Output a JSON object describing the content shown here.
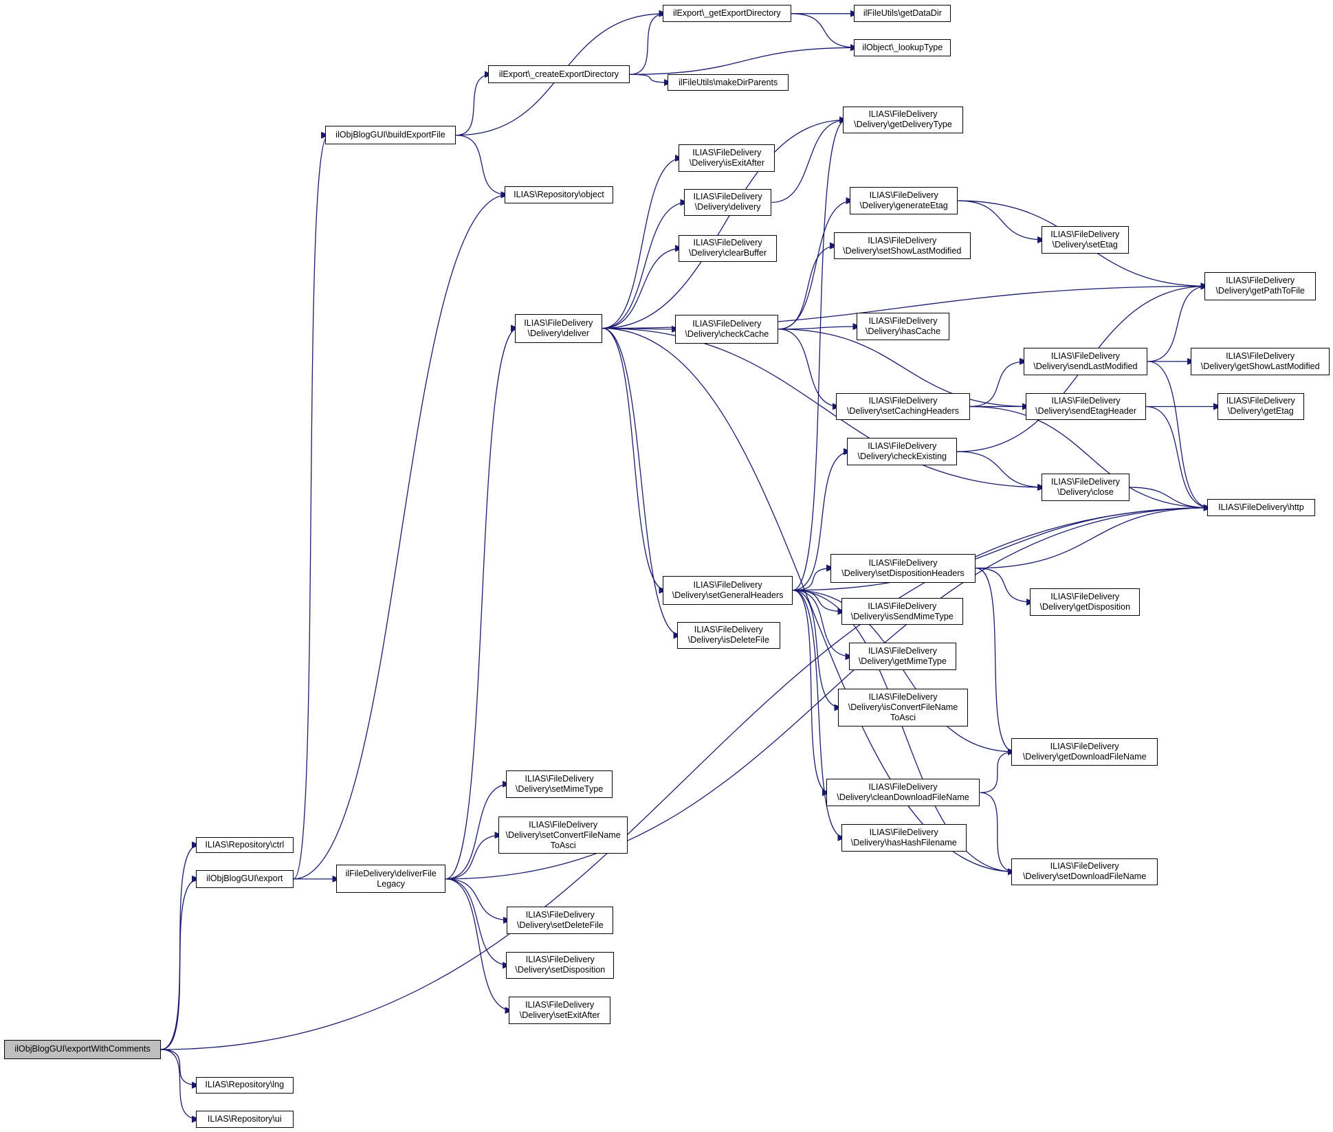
{
  "colors": {
    "edge": "#191970",
    "root_fill": "#bfbfbf",
    "node_fill": "#ffffff",
    "border": "#000000"
  },
  "nodes": [
    {
      "id": "n0",
      "lines": [
        "ilObjBlogGUI\\exportWithComments"
      ],
      "root": true
    },
    {
      "id": "n1",
      "lines": [
        "ILIAS\\Repository\\ctrl"
      ]
    },
    {
      "id": "n2",
      "lines": [
        "ilObjBlogGUI\\export"
      ]
    },
    {
      "id": "n3",
      "lines": [
        "ILIAS\\Repository\\lng"
      ]
    },
    {
      "id": "n4",
      "lines": [
        "ILIAS\\Repository\\ui"
      ]
    },
    {
      "id": "n5",
      "lines": [
        "ilObjBlogGUI\\buildExportFile"
      ]
    },
    {
      "id": "n6",
      "lines": [
        "ilExport\\_getExportDirectory"
      ]
    },
    {
      "id": "n7",
      "lines": [
        "ilExport\\_createExportDirectory"
      ]
    },
    {
      "id": "n8",
      "lines": [
        "ilFileUtils\\getDataDir"
      ]
    },
    {
      "id": "n9",
      "lines": [
        "ilObject\\_lookupType"
      ]
    },
    {
      "id": "n10",
      "lines": [
        "ilFileUtils\\makeDirParents"
      ]
    },
    {
      "id": "n11",
      "lines": [
        "ILIAS\\Repository\\object"
      ]
    },
    {
      "id": "n12",
      "lines": [
        "ILIAS\\FileDelivery",
        "\\Delivery\\deliver"
      ]
    },
    {
      "id": "n13",
      "lines": [
        "ILIAS\\FileDelivery",
        "\\Delivery\\getDeliveryType"
      ]
    },
    {
      "id": "n14",
      "lines": [
        "ILIAS\\FileDelivery",
        "\\Delivery\\isExitAfter"
      ]
    },
    {
      "id": "n15",
      "lines": [
        "ILIAS\\FileDelivery",
        "\\Delivery\\delivery"
      ]
    },
    {
      "id": "n16",
      "lines": [
        "ILIAS\\FileDelivery",
        "\\Delivery\\clearBuffer"
      ]
    },
    {
      "id": "n17",
      "lines": [
        "ILIAS\\FileDelivery",
        "\\Delivery\\checkCache"
      ]
    },
    {
      "id": "n18",
      "lines": [
        "ILIAS\\FileDelivery",
        "\\Delivery\\generateEtag"
      ]
    },
    {
      "id": "n19",
      "lines": [
        "ILIAS\\FileDelivery",
        "\\Delivery\\setShowLastModified"
      ]
    },
    {
      "id": "n20",
      "lines": [
        "ILIAS\\FileDelivery",
        "\\Delivery\\hasCache"
      ]
    },
    {
      "id": "n21",
      "lines": [
        "ILIAS\\FileDelivery",
        "\\Delivery\\setCachingHeaders"
      ]
    },
    {
      "id": "n22",
      "lines": [
        "ILIAS\\FileDelivery",
        "\\Delivery\\checkExisting"
      ]
    },
    {
      "id": "n23",
      "lines": [
        "ILIAS\\FileDelivery",
        "\\Delivery\\setEtag"
      ]
    },
    {
      "id": "n24",
      "lines": [
        "ILIAS\\FileDelivery",
        "\\Delivery\\getPathToFile"
      ]
    },
    {
      "id": "n25",
      "lines": [
        "ILIAS\\FileDelivery",
        "\\Delivery\\sendLastModified"
      ]
    },
    {
      "id": "n26",
      "lines": [
        "ILIAS\\FileDelivery",
        "\\Delivery\\getShowLastModified"
      ]
    },
    {
      "id": "n27",
      "lines": [
        "ILIAS\\FileDelivery",
        "\\Delivery\\sendEtagHeader"
      ]
    },
    {
      "id": "n28",
      "lines": [
        "ILIAS\\FileDelivery",
        "\\Delivery\\getEtag"
      ]
    },
    {
      "id": "n29",
      "lines": [
        "ILIAS\\FileDelivery",
        "\\Delivery\\close"
      ]
    },
    {
      "id": "n30",
      "lines": [
        "ILIAS\\FileDelivery\\http"
      ]
    },
    {
      "id": "n31",
      "lines": [
        "ILIAS\\FileDelivery",
        "\\Delivery\\setGeneralHeaders"
      ]
    },
    {
      "id": "n32",
      "lines": [
        "ILIAS\\FileDelivery",
        "\\Delivery\\isDeleteFile"
      ]
    },
    {
      "id": "n33",
      "lines": [
        "ILIAS\\FileDelivery",
        "\\Delivery\\setDispositionHeaders"
      ]
    },
    {
      "id": "n34",
      "lines": [
        "ILIAS\\FileDelivery",
        "\\Delivery\\isSendMimeType"
      ]
    },
    {
      "id": "n35",
      "lines": [
        "ILIAS\\FileDelivery",
        "\\Delivery\\getMimeType"
      ]
    },
    {
      "id": "n36",
      "lines": [
        "ILIAS\\FileDelivery",
        "\\Delivery\\isConvertFileName",
        "ToAsci"
      ]
    },
    {
      "id": "n37",
      "lines": [
        "ILIAS\\FileDelivery",
        "\\Delivery\\getDisposition"
      ]
    },
    {
      "id": "n38",
      "lines": [
        "ILIAS\\FileDelivery",
        "\\Delivery\\getDownloadFileName"
      ]
    },
    {
      "id": "n39",
      "lines": [
        "ILIAS\\FileDelivery",
        "\\Delivery\\cleanDownloadFileName"
      ]
    },
    {
      "id": "n40",
      "lines": [
        "ILIAS\\FileDelivery",
        "\\Delivery\\hasHashFilename"
      ]
    },
    {
      "id": "n41",
      "lines": [
        "ILIAS\\FileDelivery",
        "\\Delivery\\setDownloadFileName"
      ]
    },
    {
      "id": "n42",
      "lines": [
        "ilFileDelivery\\deliverFile",
        "Legacy"
      ]
    },
    {
      "id": "n43",
      "lines": [
        "ILIAS\\FileDelivery",
        "\\Delivery\\setMimeType"
      ]
    },
    {
      "id": "n44",
      "lines": [
        "ILIAS\\FileDelivery",
        "\\Delivery\\setConvertFileName",
        "ToAsci"
      ]
    },
    {
      "id": "n45",
      "lines": [
        "ILIAS\\FileDelivery",
        "\\Delivery\\setDeleteFile"
      ]
    },
    {
      "id": "n46",
      "lines": [
        "ILIAS\\FileDelivery",
        "\\Delivery\\setDisposition"
      ]
    },
    {
      "id": "n47",
      "lines": [
        "ILIAS\\FileDelivery",
        "\\Delivery\\setExitAfter"
      ]
    }
  ],
  "edges": [
    [
      "n0",
      "n1"
    ],
    [
      "n0",
      "n2"
    ],
    [
      "n0",
      "n3"
    ],
    [
      "n0",
      "n4"
    ],
    [
      "n0",
      "n30"
    ],
    [
      "n2",
      "n5"
    ],
    [
      "n2",
      "n11"
    ],
    [
      "n2",
      "n42"
    ],
    [
      "n5",
      "n6"
    ],
    [
      "n5",
      "n7"
    ],
    [
      "n5",
      "n11"
    ],
    [
      "n6",
      "n8"
    ],
    [
      "n6",
      "n9"
    ],
    [
      "n7",
      "n6"
    ],
    [
      "n7",
      "n9"
    ],
    [
      "n7",
      "n10"
    ],
    [
      "n12",
      "n13"
    ],
    [
      "n12",
      "n14"
    ],
    [
      "n12",
      "n15"
    ],
    [
      "n12",
      "n16"
    ],
    [
      "n12",
      "n17"
    ],
    [
      "n12",
      "n24"
    ],
    [
      "n12",
      "n29"
    ],
    [
      "n12",
      "n31"
    ],
    [
      "n12",
      "n32"
    ],
    [
      "n12",
      "n41"
    ],
    [
      "n15",
      "n13"
    ],
    [
      "n17",
      "n18"
    ],
    [
      "n17",
      "n19"
    ],
    [
      "n17",
      "n20"
    ],
    [
      "n17",
      "n21"
    ],
    [
      "n17",
      "n27"
    ],
    [
      "n18",
      "n23"
    ],
    [
      "n18",
      "n24"
    ],
    [
      "n21",
      "n25"
    ],
    [
      "n21",
      "n27"
    ],
    [
      "n21",
      "n30"
    ],
    [
      "n22",
      "n24"
    ],
    [
      "n22",
      "n29"
    ],
    [
      "n25",
      "n24"
    ],
    [
      "n25",
      "n26"
    ],
    [
      "n25",
      "n30"
    ],
    [
      "n27",
      "n28"
    ],
    [
      "n27",
      "n30"
    ],
    [
      "n29",
      "n30"
    ],
    [
      "n31",
      "n13"
    ],
    [
      "n31",
      "n22"
    ],
    [
      "n31",
      "n30"
    ],
    [
      "n31",
      "n33"
    ],
    [
      "n31",
      "n34"
    ],
    [
      "n31",
      "n35"
    ],
    [
      "n31",
      "n36"
    ],
    [
      "n31",
      "n38"
    ],
    [
      "n31",
      "n39"
    ],
    [
      "n31",
      "n40"
    ],
    [
      "n31",
      "n41"
    ],
    [
      "n33",
      "n30"
    ],
    [
      "n33",
      "n37"
    ],
    [
      "n33",
      "n38"
    ],
    [
      "n39",
      "n38"
    ],
    [
      "n39",
      "n41"
    ],
    [
      "n42",
      "n12"
    ],
    [
      "n42",
      "n43"
    ],
    [
      "n42",
      "n44"
    ],
    [
      "n42",
      "n45"
    ],
    [
      "n42",
      "n46"
    ],
    [
      "n42",
      "n47"
    ],
    [
      "n42",
      "n30"
    ]
  ]
}
